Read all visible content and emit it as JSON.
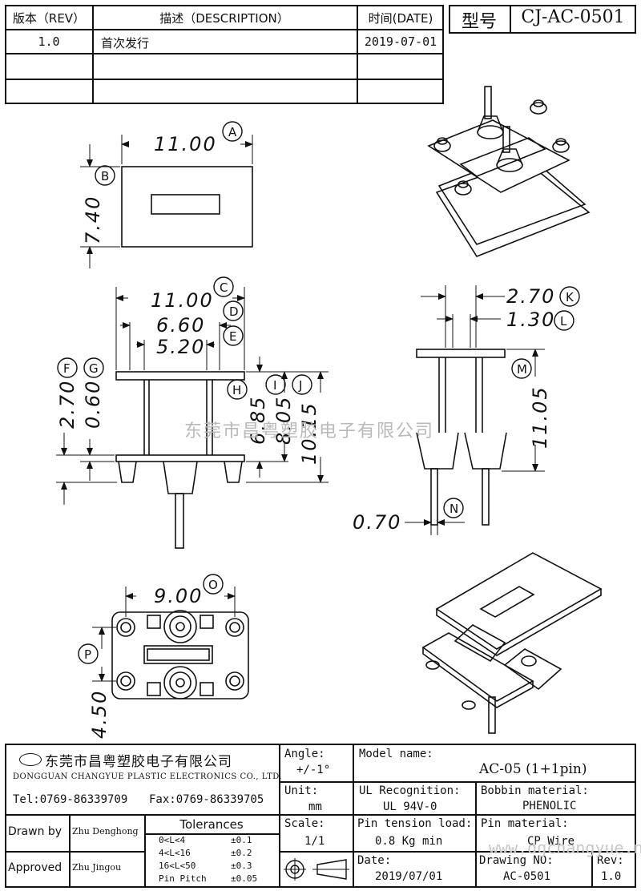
{
  "revision_table": {
    "headers": [
      "版本（REV）",
      "描述（DESCRIPTION）",
      "时间(DATE)"
    ],
    "rows": [
      [
        "1.0",
        "首次发行",
        "2019-07-01"
      ]
    ]
  },
  "model_box": {
    "label": "型号",
    "value": "CJ-AC-0501"
  },
  "dims": {
    "A": "11.00",
    "B": "7.40",
    "C": "11.00",
    "D": "6.60",
    "E": "5.20",
    "F": "2.70",
    "G": "0.60",
    "H": "6.85",
    "I": "8.05",
    "J": "10.15",
    "K": "2.70",
    "L": "1.30",
    "M": "11.05",
    "N": "0.70",
    "O": "9.00",
    "P": "4.50"
  },
  "bubbles": [
    "A",
    "B",
    "C",
    "D",
    "E",
    "F",
    "G",
    "H",
    "I",
    "J",
    "K",
    "L",
    "M",
    "N",
    "O",
    "P"
  ],
  "watermark": "东莞市昌粤塑胶电子有限公司",
  "title_block": {
    "company_cn": "东莞市昌粤塑胶电子有限公司",
    "company_en": "DONGGUAN CHANGYUE PLASTIC ELECTRONICS CO., LTD.",
    "tel": "Tel:0769-86339709",
    "fax": "Fax:0769-86339705",
    "angle_label": "Angle:",
    "angle_value": "+/-1°",
    "unit_label": "Unit:",
    "unit_value": "mm",
    "scale_label": "Scale:",
    "scale_value": "1/1",
    "model_name_label": "Model name:",
    "model_name_value": "AC-05 (1+1pin)",
    "ul_label": "UL Recognition:",
    "ul_value": "UL 94V-0",
    "bobbin_label": "Bobbin material:",
    "bobbin_value": "PHENOLIC",
    "pin_tension_label": "Pin tension load:",
    "pin_tension_value": "0.8 Kg min",
    "pin_material_label": "Pin material:",
    "pin_material_value": "CP Wire",
    "date_label": "Date:",
    "date_value": "2019/07/01",
    "drawing_no_label": "Drawing NO:",
    "drawing_no_value": "AC-0501",
    "rev_label": "Rev:",
    "rev_value": "1.0",
    "drawn_by_label": "Drawn by",
    "drawn_by_value": "Zhu Denghong",
    "approved_label": "Approved",
    "approved_value": "Zhu  Jingou",
    "tolerances_label": "Tolerances",
    "tolerances": [
      {
        "range": "0<L<4",
        "value": "±0.1"
      },
      {
        "range": "4<L<16",
        "value": "±0.2"
      },
      {
        "range": "16<L<50",
        "value": "±0.3"
      },
      {
        "range": "Pin Pitch",
        "value": "±0.05"
      }
    ],
    "corner_watermark": "www.dgchangyue.net"
  }
}
